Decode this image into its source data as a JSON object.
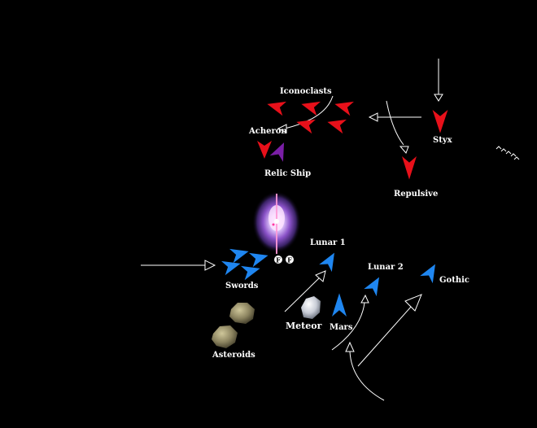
{
  "scene": {
    "background": "#000000",
    "colors": {
      "enemy": "#e8101a",
      "relic": "#7a1ea6",
      "friendly": "#1f86f0",
      "arrow": "#ffffff",
      "asteroid": "#8c8460",
      "meteor": "#c8ccd6"
    }
  },
  "labels": {
    "iconoclasts": "Iconoclasts",
    "acheron": "Acheron",
    "relic_ship": "Relic Ship",
    "styx": "Styx",
    "repulsive": "Repulsive",
    "lunar1": "Lunar 1",
    "lunar2": "Lunar 2",
    "gothic": "Gothic",
    "swords": "Swords",
    "meteor": "Meteor",
    "mars": "Mars",
    "asteroids": "Asteroids"
  },
  "markers": {
    "left": "F",
    "right": "F"
  },
  "icons": {
    "enemy_ship": "red-arrowhead-icon",
    "friendly_ship": "blue-arrowhead-icon",
    "relic_ship": "purple-arrowhead-icon",
    "planet": "pink-nebula-planet-icon",
    "asteroid": "asteroid-icon",
    "meteor": "meteor-icon",
    "fighters": "fighter-squadron-icon"
  }
}
